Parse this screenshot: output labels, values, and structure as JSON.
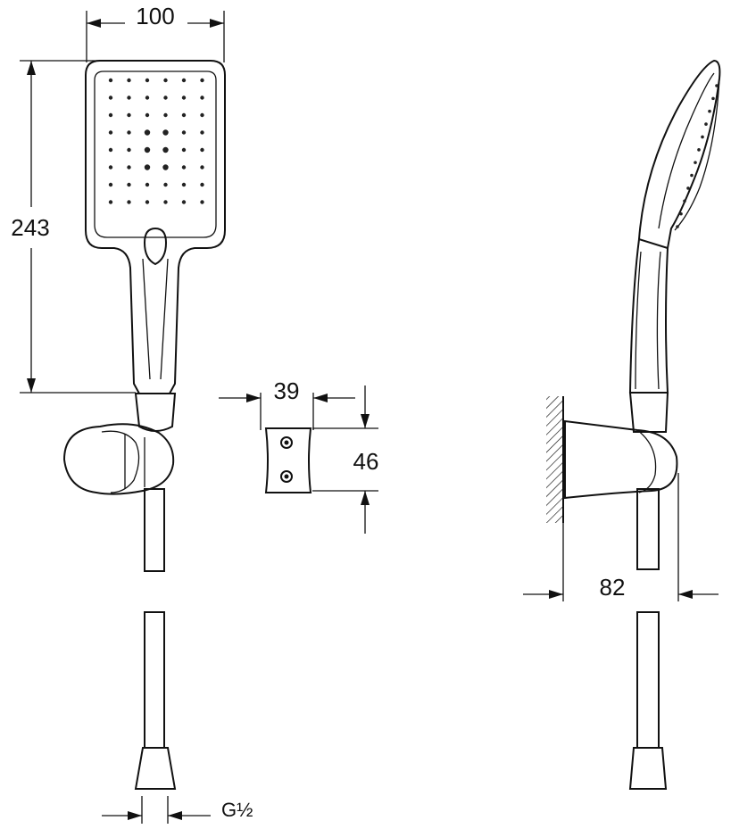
{
  "drawing": {
    "dimensions": {
      "head_width": "100",
      "total_height": "243",
      "bracket_width": "39",
      "bracket_height": "46",
      "wall_projection": "82",
      "thread": "G½"
    },
    "spray_nozzle_grid": {
      "columns": 6,
      "rows": 8
    }
  }
}
